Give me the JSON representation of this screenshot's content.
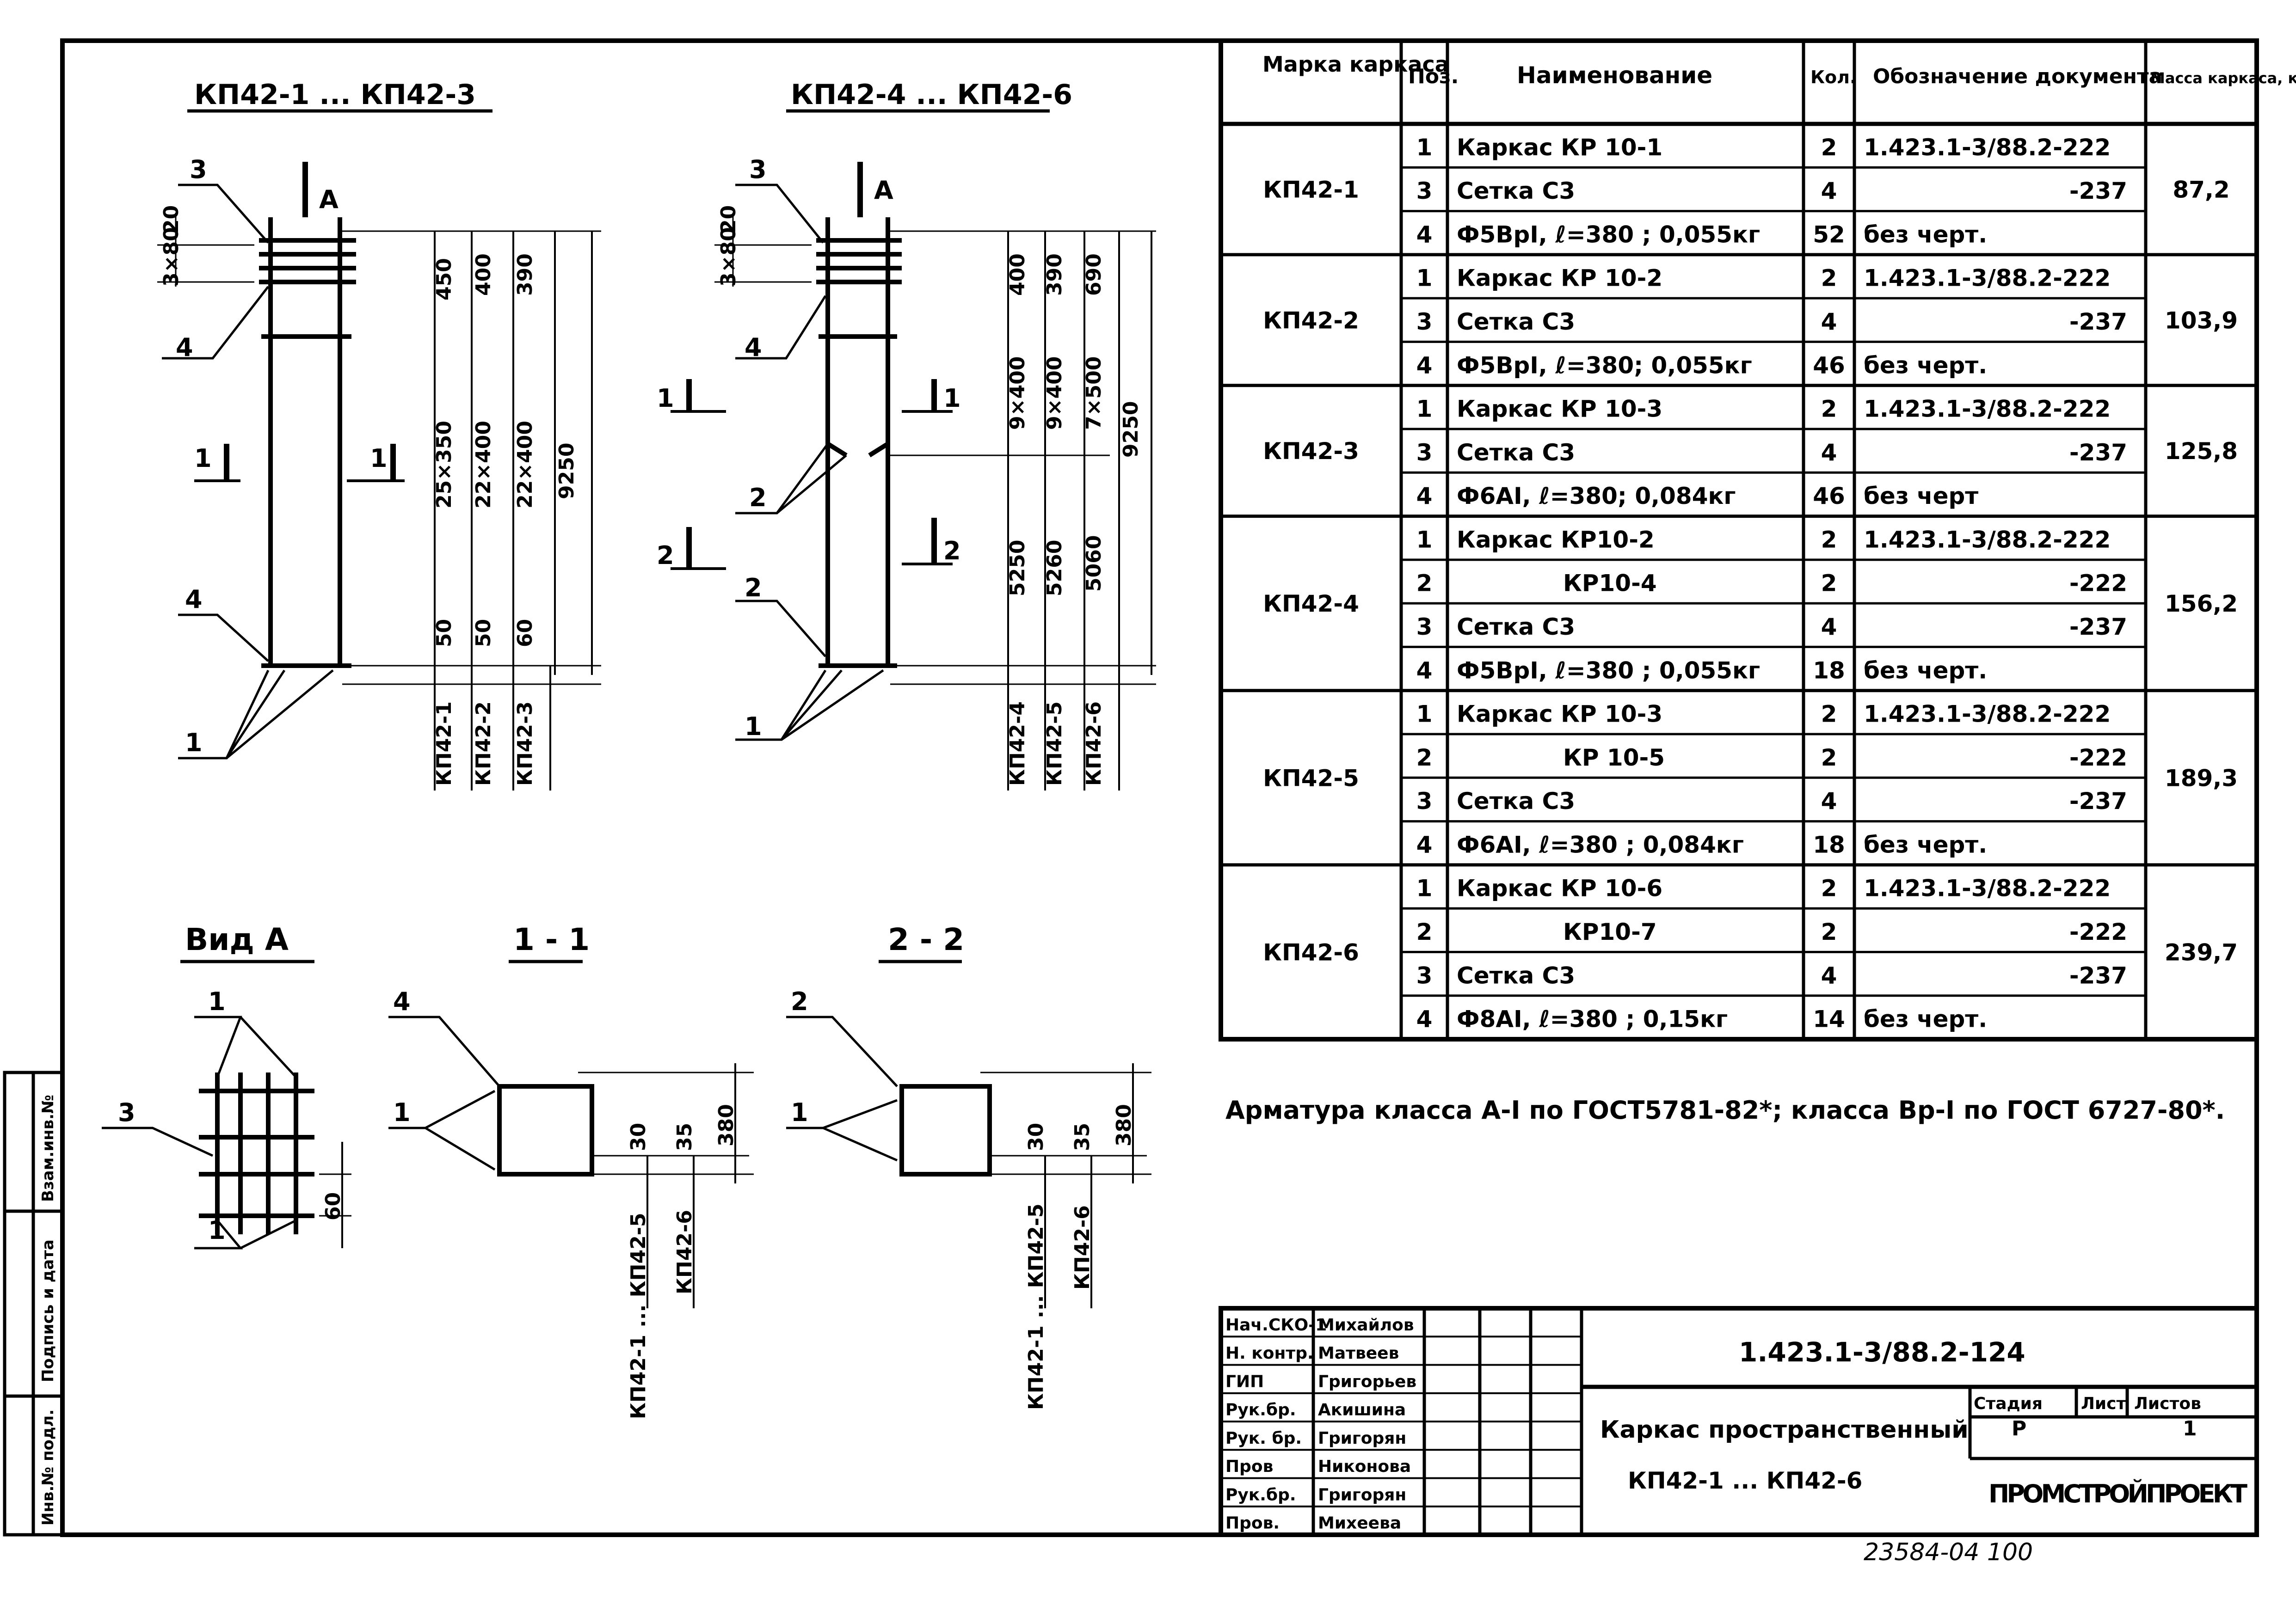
{
  "titles": {
    "frame_a": "КП42-1 ... КП42-3",
    "frame_b": "КП42-4 ... КП42-6",
    "view_a": "Вид А",
    "sec_1": "1 - 1",
    "sec_2": "2 - 2"
  },
  "callouts": [
    "1",
    "2",
    "3",
    "4",
    "А"
  ],
  "dims_a": {
    "top_pitch": "3×80",
    "top_gap": "20",
    "cols": [
      "450",
      "400",
      "390"
    ],
    "mids": [
      "25×350",
      "22×400",
      "22×400"
    ],
    "bots": [
      "50",
      "50",
      "60"
    ],
    "total": "9250",
    "marks": [
      "КП42-1",
      "КП42-2",
      "КП42-3"
    ]
  },
  "dims_b": {
    "top_pitch": "3×80",
    "top_gap": "20",
    "cols": [
      "400",
      "390",
      "690"
    ],
    "mids": [
      "9×400",
      "9×400",
      "7×500"
    ],
    "bots": [
      "5250",
      "5260",
      "5060"
    ],
    "total": "9250",
    "marks": [
      "КП42-4",
      "КП42-5",
      "КП42-6"
    ]
  },
  "dims_sections": {
    "d1": "30",
    "d2": "35",
    "d3": "380",
    "d4": "60",
    "marks1": [
      "КП42-1 ... КП42-5",
      "КП42-6"
    ],
    "marks2": [
      "КП42-1 ... КП42-5",
      "КП42-6"
    ]
  },
  "spec_table": {
    "headers": [
      "Марка каркаса",
      "Поз.",
      "Наименование",
      "Кол.",
      "Обозначение документа",
      "Масса каркаса, кг"
    ],
    "groups": [
      {
        "mark": "КП42-1",
        "mass": "87,2",
        "rows": [
          {
            "pos": "1",
            "name": "Каркас КР 10-1",
            "qty": "2",
            "doc": "1.423.1-3/88.2-222"
          },
          {
            "pos": "3",
            "name": "Сетка С3",
            "qty": "4",
            "doc": "-237"
          },
          {
            "pos": "4",
            "name": "Ф5ВрI, ℓ=380 ; 0,055кг",
            "qty": "52",
            "doc": "без черт."
          }
        ]
      },
      {
        "mark": "КП42-2",
        "mass": "103,9",
        "rows": [
          {
            "pos": "1",
            "name": "Каркас КР 10-2",
            "qty": "2",
            "doc": "1.423.1-3/88.2-222"
          },
          {
            "pos": "3",
            "name": "Сетка С3",
            "qty": "4",
            "doc": "-237"
          },
          {
            "pos": "4",
            "name": "Ф5ВрI, ℓ=380; 0,055кг",
            "qty": "46",
            "doc": "без черт."
          }
        ]
      },
      {
        "mark": "КП42-3",
        "mass": "125,8",
        "rows": [
          {
            "pos": "1",
            "name": "Каркас КР 10-3",
            "qty": "2",
            "doc": "1.423.1-3/88.2-222"
          },
          {
            "pos": "3",
            "name": "Сетка С3",
            "qty": "4",
            "doc": "-237"
          },
          {
            "pos": "4",
            "name": "Ф6АI, ℓ=380; 0,084кг",
            "qty": "46",
            "doc": "без черт"
          }
        ]
      },
      {
        "mark": "КП42-4",
        "mass": "156,2",
        "rows": [
          {
            "pos": "1",
            "name": "Каркас КР10-2",
            "qty": "2",
            "doc": "1.423.1-3/88.2-222"
          },
          {
            "pos": "2",
            "name": "КР10-4",
            "qty": "2",
            "doc": "-222"
          },
          {
            "pos": "3",
            "name": "Сетка С3",
            "qty": "4",
            "doc": "-237"
          },
          {
            "pos": "4",
            "name": "Ф5ВрI, ℓ=380 ; 0,055кг",
            "qty": "18",
            "doc": "без черт."
          }
        ]
      },
      {
        "mark": "КП42-5",
        "mass": "189,3",
        "rows": [
          {
            "pos": "1",
            "name": "Каркас КР 10-3",
            "qty": "2",
            "doc": "1.423.1-3/88.2-222"
          },
          {
            "pos": "2",
            "name": "КР 10-5",
            "qty": "2",
            "doc": "-222"
          },
          {
            "pos": "3",
            "name": "Сетка С3",
            "qty": "4",
            "doc": "-237"
          },
          {
            "pos": "4",
            "name": "Ф6АI, ℓ=380 ; 0,084кг",
            "qty": "18",
            "doc": "без черт."
          }
        ]
      },
      {
        "mark": "КП42-6",
        "mass": "239,7",
        "rows": [
          {
            "pos": "1",
            "name": "Каркас КР 10-6",
            "qty": "2",
            "doc": "1.423.1-3/88.2-222"
          },
          {
            "pos": "2",
            "name": "КР10-7",
            "qty": "2",
            "doc": "-222"
          },
          {
            "pos": "3",
            "name": "Сетка С3",
            "qty": "4",
            "doc": "-237"
          },
          {
            "pos": "4",
            "name": "Ф8АI, ℓ=380 ; 0,15кг",
            "qty": "14",
            "doc": "без черт."
          }
        ]
      }
    ]
  },
  "note": "Арматура класса А-I по ГОСТ5781-82*; класса Вр-I по ГОСТ 6727-80*.",
  "stamp_left": {
    "roles": [
      "Нач.СКО-1",
      "Н. контр.",
      "ГИП",
      "Рук.бр.",
      "Рук. бр.",
      "Пров",
      "Рук.бр.",
      "Пров."
    ],
    "names": [
      "Михайлов",
      "Матвеев",
      "Григорьев",
      "Акишина",
      "Григорян",
      "Никонова",
      "Григорян",
      "Михеева"
    ]
  },
  "stamp": {
    "code": "1.423.1-3/88.2-124",
    "title_line1": "Каркас пространственный",
    "title_line2": "КП42-1 ... КП42-6",
    "stage_label": "Стадия",
    "sheet_label": "Лист",
    "sheets_label": "Листов",
    "stage": "Р",
    "sheets": "1",
    "org": "ПРОМСТРОЙПРОЕКТ"
  },
  "bottom_note": "23584-04   100",
  "side_strip": [
    "Взам.инв.№",
    "Подпись и дата",
    "Инв.№ подл."
  ]
}
